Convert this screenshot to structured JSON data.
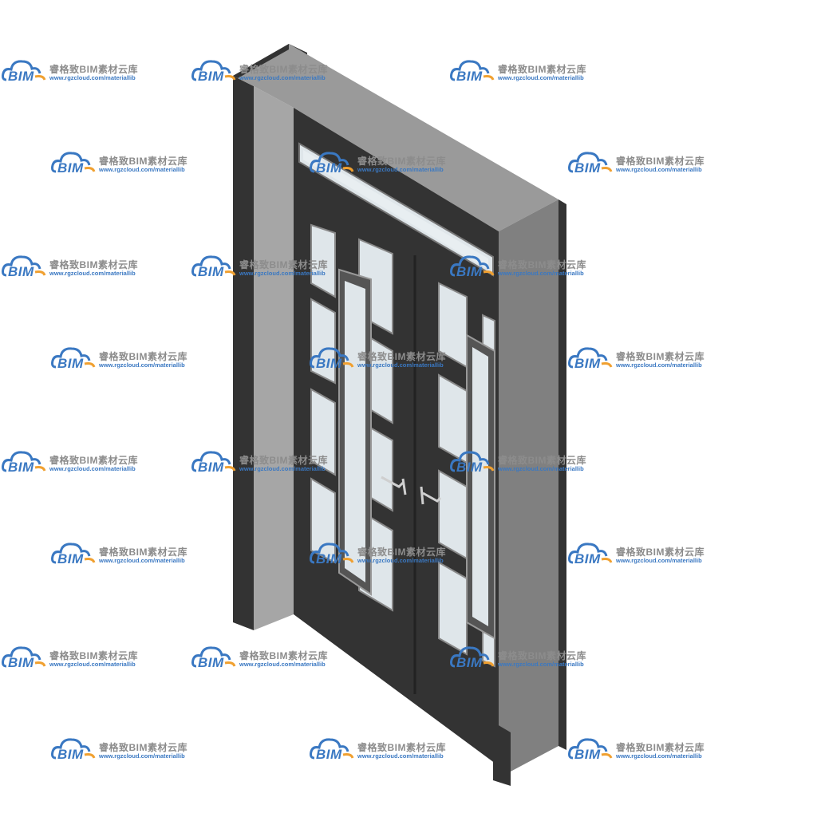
{
  "watermark": {
    "logo_text": "BIM",
    "brand_text": "睿格致BIM素材云库",
    "url_text": "www.rgzcloud.com/materiallib"
  },
  "colors": {
    "background": "#ffffff",
    "frame_dark": "#333333",
    "frame_mid": "#808080",
    "frame_light": "#a6a6a6",
    "glass": "#dfe6ea",
    "logo_blue": "#3a78c2",
    "logo_orange": "#f0a030",
    "brand_gray": "#8c8c8c"
  }
}
